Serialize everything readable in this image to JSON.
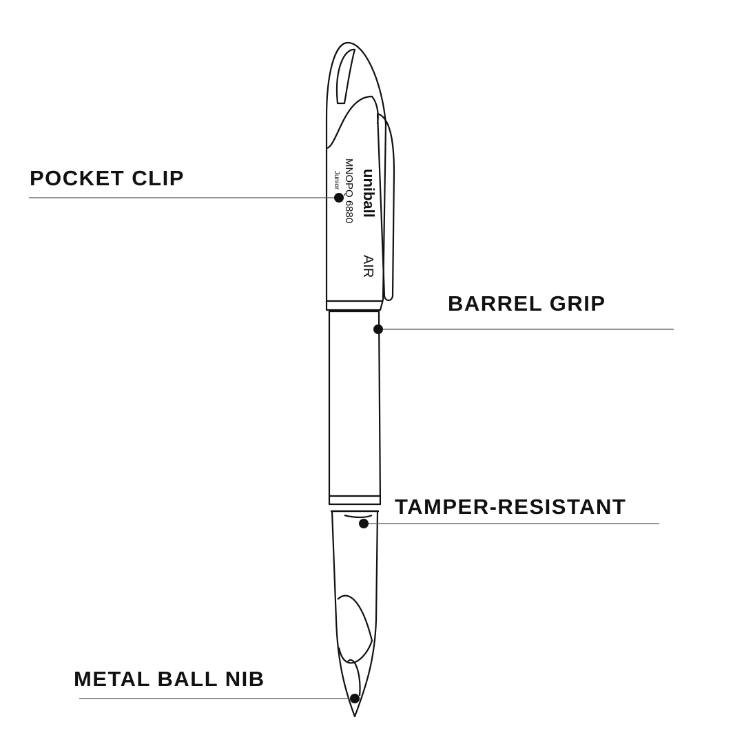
{
  "labels": {
    "pocket_clip": "POCKET CLIP",
    "barrel_grip": "BARREL GRIP",
    "tamper_resistant": "TAMPER-RESISTANT",
    "metal_ball_nib": "METAL BALL NIB"
  },
  "pen_print": {
    "brand": "uniball",
    "model": "AIR",
    "line2": "MNOPQ 6880",
    "line3": "Junior"
  },
  "colors": {
    "ink": "#111111",
    "leader": "#555555"
  }
}
